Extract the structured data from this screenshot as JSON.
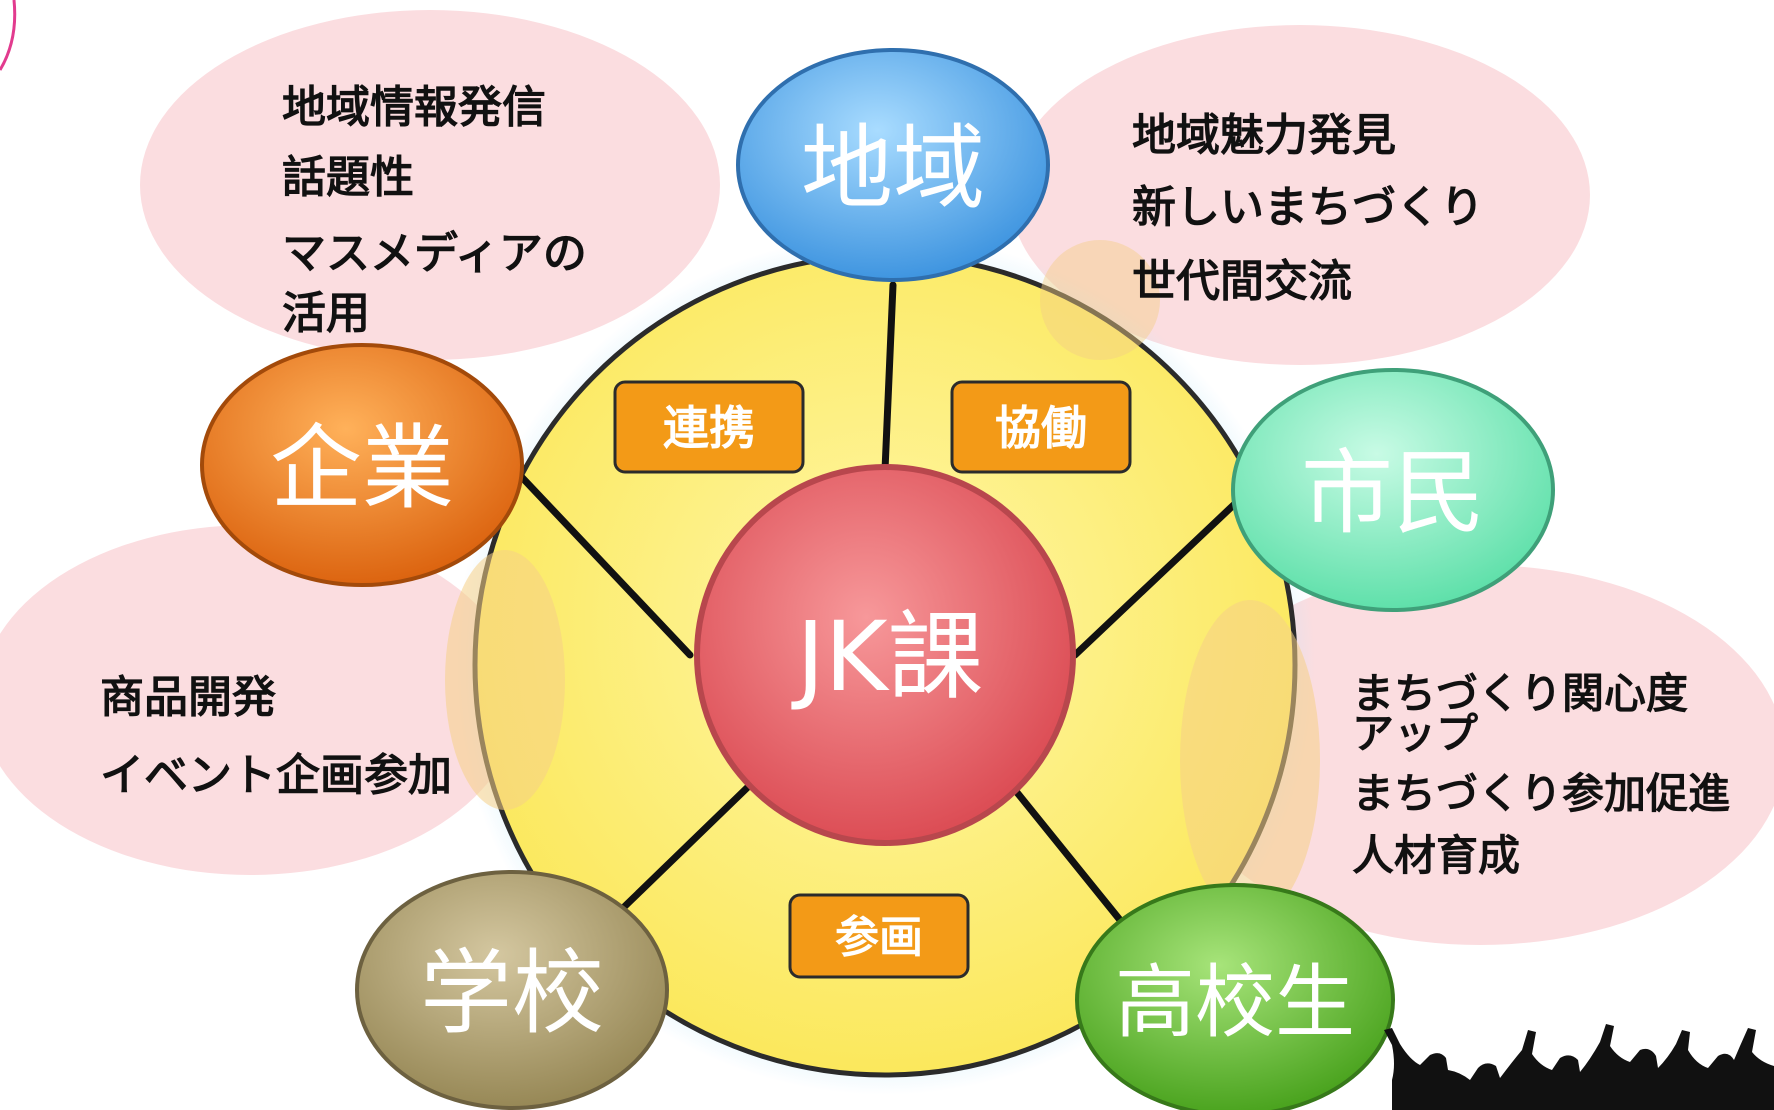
{
  "diagram": {
    "center": {
      "label": "JK課"
    },
    "nodes": {
      "chiiki": {
        "label": "地域",
        "color": "#5fb0ee"
      },
      "kigyo": {
        "label": "企業",
        "color": "#ee7a1e"
      },
      "shimin": {
        "label": "市民",
        "color": "#86f0c4"
      },
      "gakko": {
        "label": "学校",
        "color": "#b2a47a"
      },
      "koukousei": {
        "label": "高校生",
        "color": "#6fc33a"
      }
    },
    "relations": {
      "renkei": "連携",
      "kyodo": "協働",
      "sankaku": "参画"
    },
    "benefits": {
      "top_left": [
        "地域情報発信",
        "話題性",
        "マスメディアの",
        "活用"
      ],
      "top_right": [
        "地域魅力発見",
        "新しいまちづくり",
        "世代間交流"
      ],
      "bottom_left": [
        "商品開発",
        "イベント企画参加"
      ],
      "bottom_right": [
        "まちづくり関心度",
        "アップ",
        "まちづくり参加促進",
        "人材育成"
      ]
    },
    "colors": {
      "hub_fill": "#fff27a",
      "bubble_fill": "#fbdde0",
      "center_fill": "#ec6f73",
      "tag_fill": "#f39a17"
    }
  }
}
